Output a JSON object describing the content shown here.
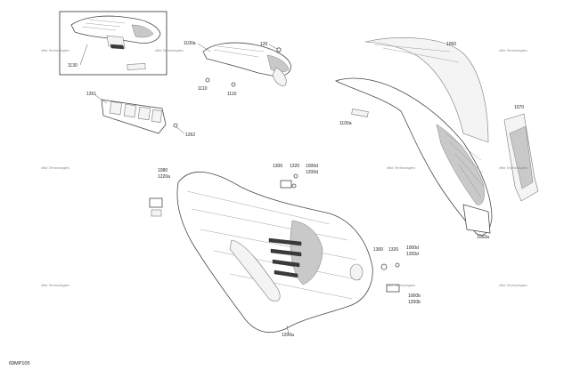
{
  "diagram_code": "69MP105",
  "watermark": "rBot Technologies",
  "callouts": {
    "c1130": "1130",
    "c1100a": "1100a",
    "c120": "120",
    "c1110a": "1110",
    "c1110b": "1110",
    "c1261": "1261",
    "c1262": "1262",
    "c1050": "1050",
    "c1070": "1070",
    "c1100b": "1100a",
    "c1060": "1060a",
    "c1080": "1080",
    "c1220": "1220a",
    "c1300": "1300",
    "c1200d_a": "1000d",
    "c1200d_b": "1200d",
    "c1320": "1320",
    "c1300b": "1300",
    "c1320b": "1320",
    "c1000d_c": "1000d",
    "c1200d_c": "1200d",
    "c1000b": "1000b",
    "c1200b": "1200b",
    "c1200a": "1200a"
  }
}
